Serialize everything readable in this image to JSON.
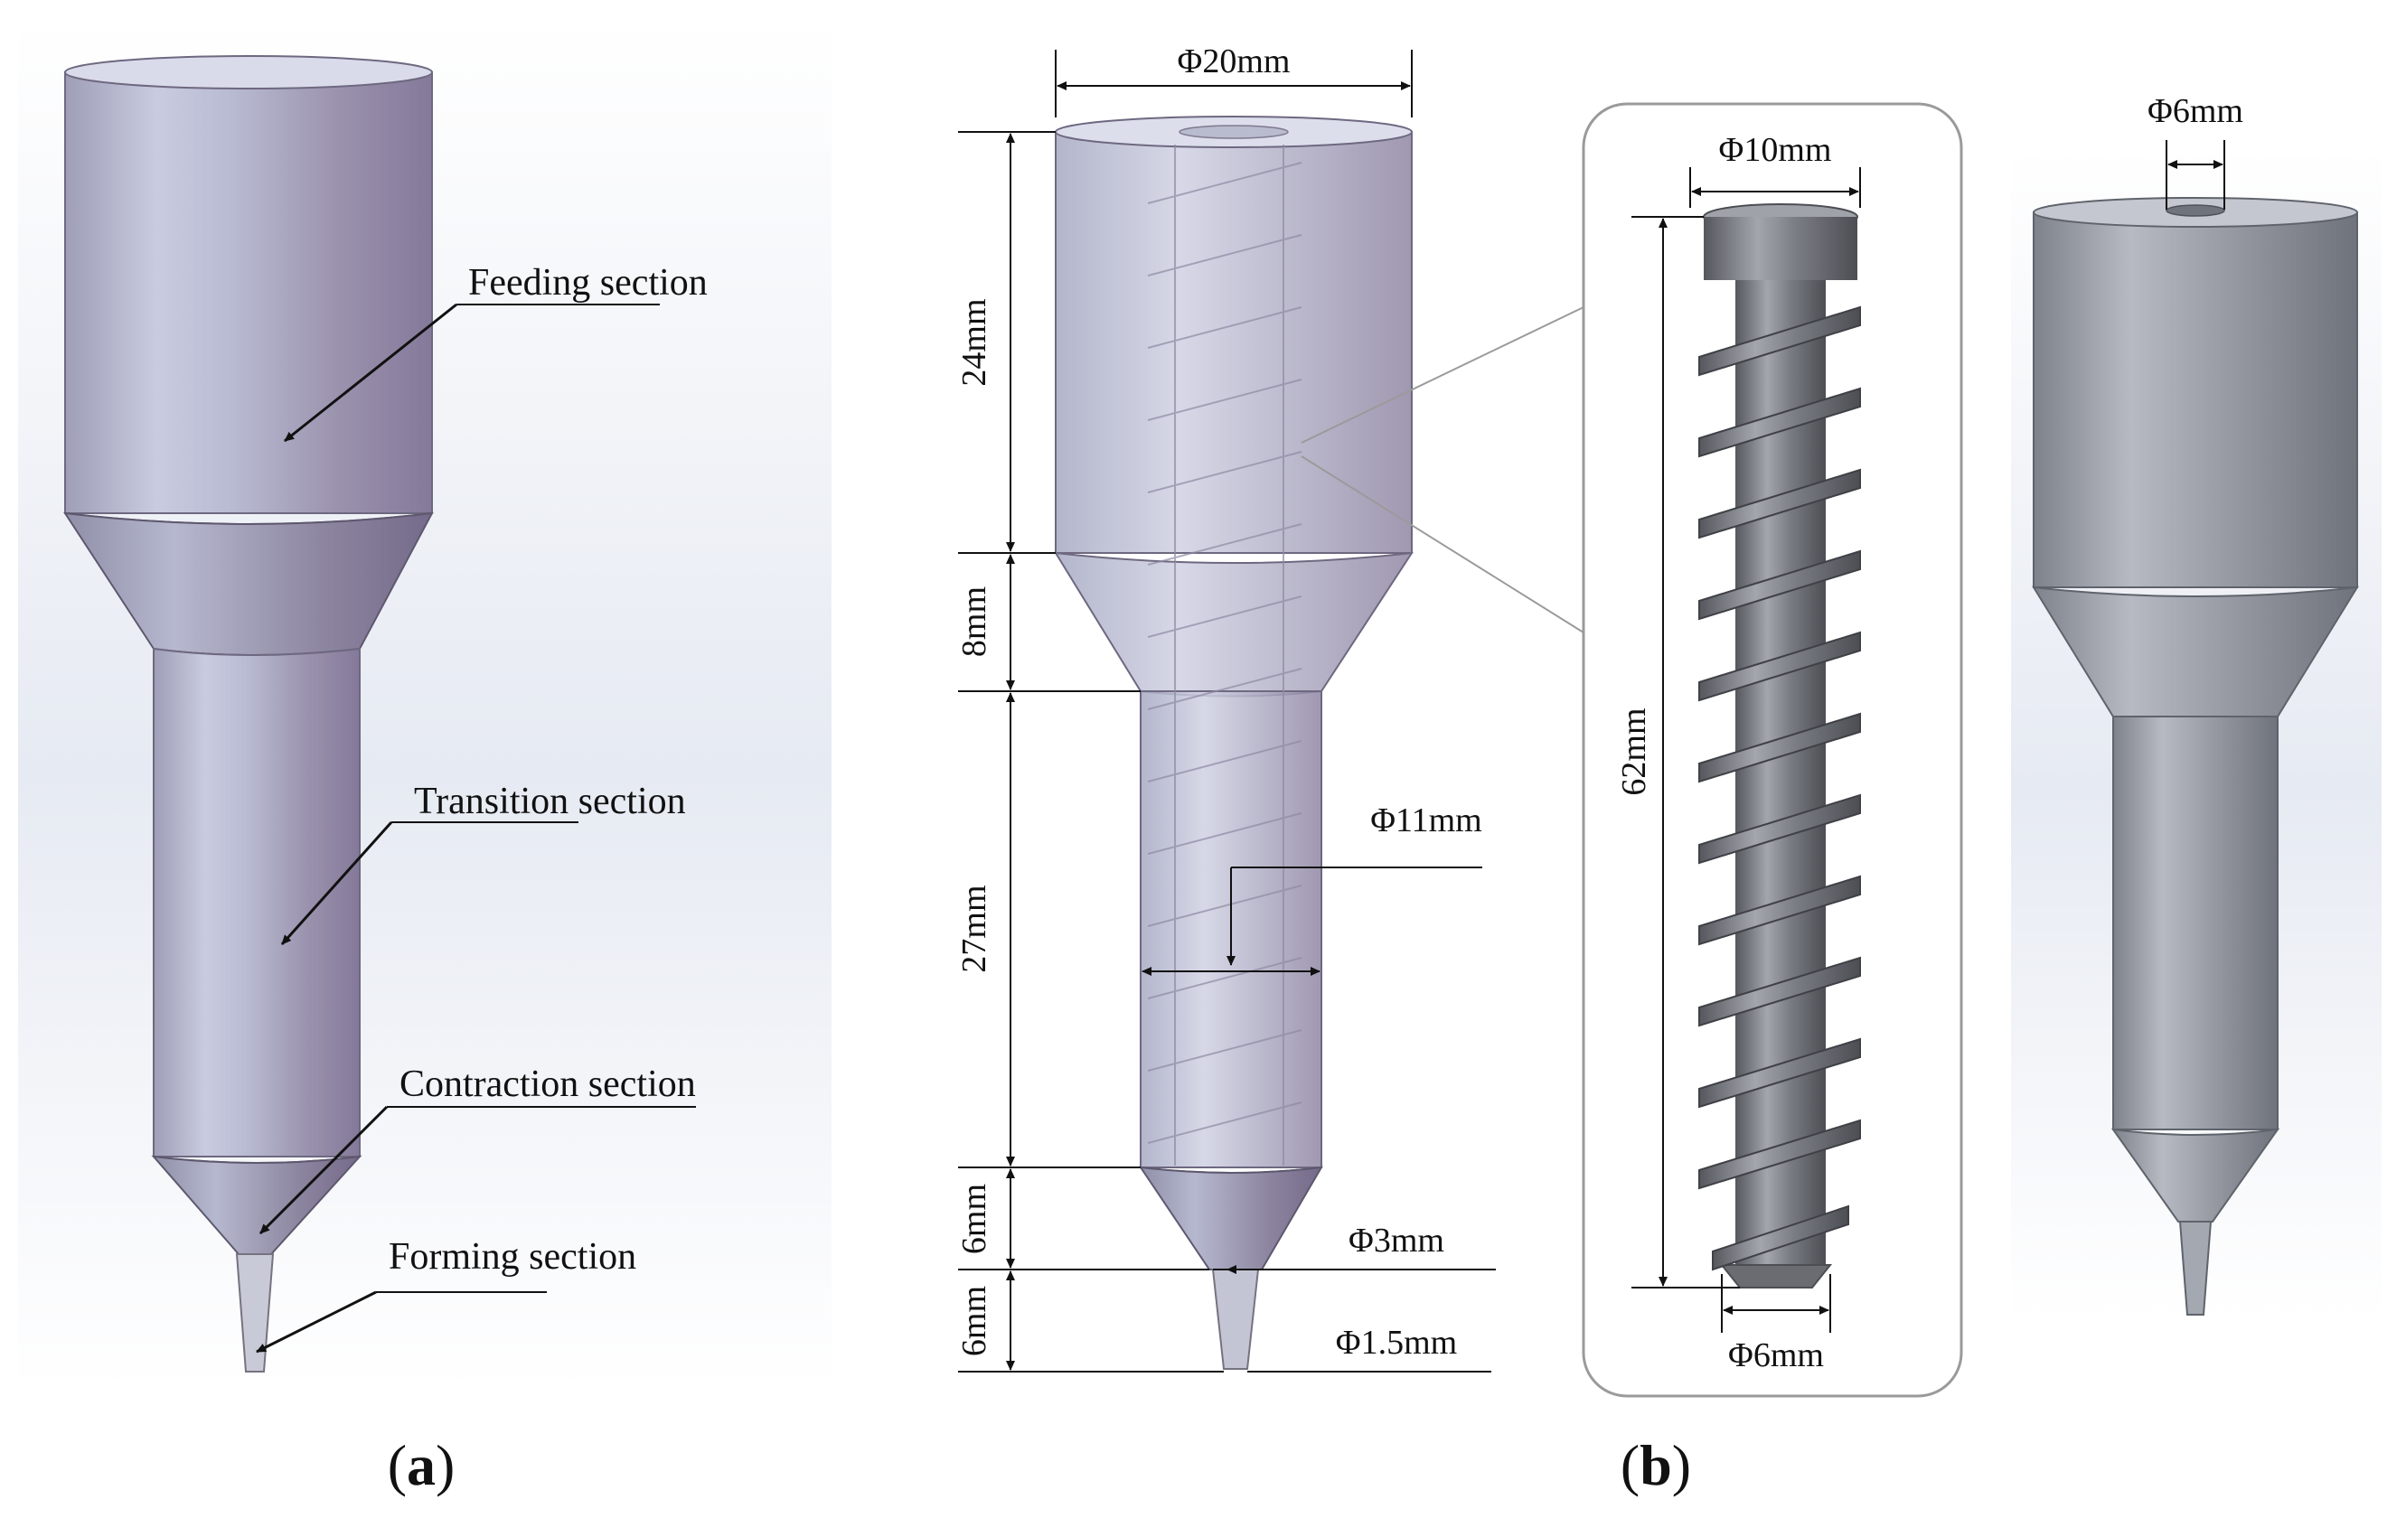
{
  "panel_a": {
    "caption_open": "(",
    "caption_letter": "a",
    "caption_close": ")",
    "callouts": {
      "feeding": "Feeding section",
      "transition": "Transition section",
      "contraction": "Contraction section",
      "forming": "Forming section"
    }
  },
  "panel_b": {
    "caption_open": "(",
    "caption_letter": "b",
    "caption_close": ")",
    "dimensions": {
      "top_diameter": "Φ20mm",
      "feed_height": "24mm",
      "transition_height": "8mm",
      "middle_height": "27mm",
      "cone_height": "6mm",
      "nozzle_height": "6mm",
      "middle_diameter": "Φ11mm",
      "outlet_diameter": "Φ3mm",
      "tip_diameter": "Φ1.5mm"
    },
    "screw": {
      "top_diameter": "Φ10mm",
      "length": "62mm",
      "bottom_diameter": "Φ6mm"
    },
    "barrel": {
      "inlet_diameter": "Φ6mm"
    }
  },
  "colors": {
    "body_mid": "#a7a8c0",
    "body_edge": "#7f7893",
    "screw_metal": "#6f7178",
    "barrel_gray": "#8c9099",
    "ink": "#111111"
  }
}
